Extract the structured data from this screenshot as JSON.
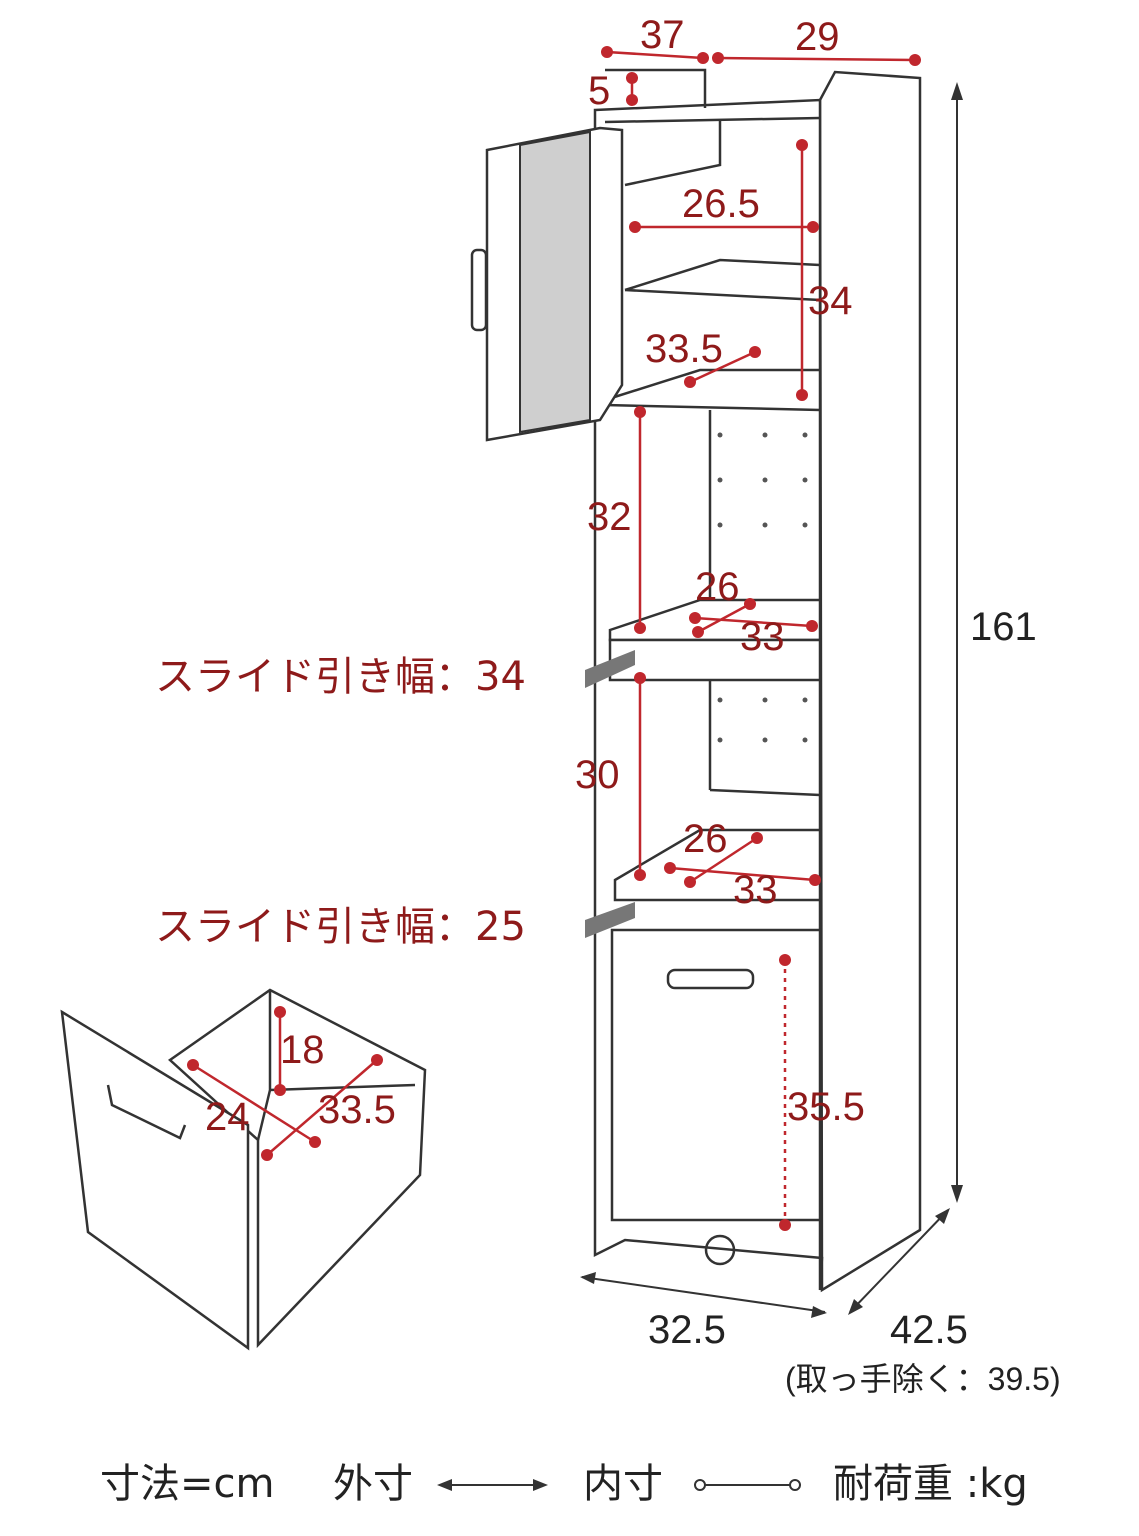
{
  "title_legend": {
    "units": "寸法=cm",
    "outer": "外寸",
    "inner": "内寸",
    "load": "耐荷重 :kg"
  },
  "cabinet": {
    "top_depth_left": "37",
    "top_depth_right": "29",
    "top_gap": "5",
    "shelf1_width": "26.5",
    "shelf1_height": "34",
    "shelf1_depth": "33.5",
    "open_height": "32",
    "slide1_width": "26",
    "slide1_depth": "33",
    "slide1_label": "スライド引き幅：34",
    "lower_open_height": "30",
    "slide2_width": "26",
    "slide2_depth": "33",
    "slide2_label": "スライド引き幅：25",
    "bottom_height": "35.5",
    "total_height": "161",
    "total_width": "32.5",
    "total_depth": "42.5",
    "depth_note": "(取っ手除く：39.5)"
  },
  "drawer": {
    "height": "18",
    "width": "24",
    "depth": "33.5"
  },
  "colors": {
    "dimension": "#8e1a1a",
    "dot": "#c0272d"
  }
}
